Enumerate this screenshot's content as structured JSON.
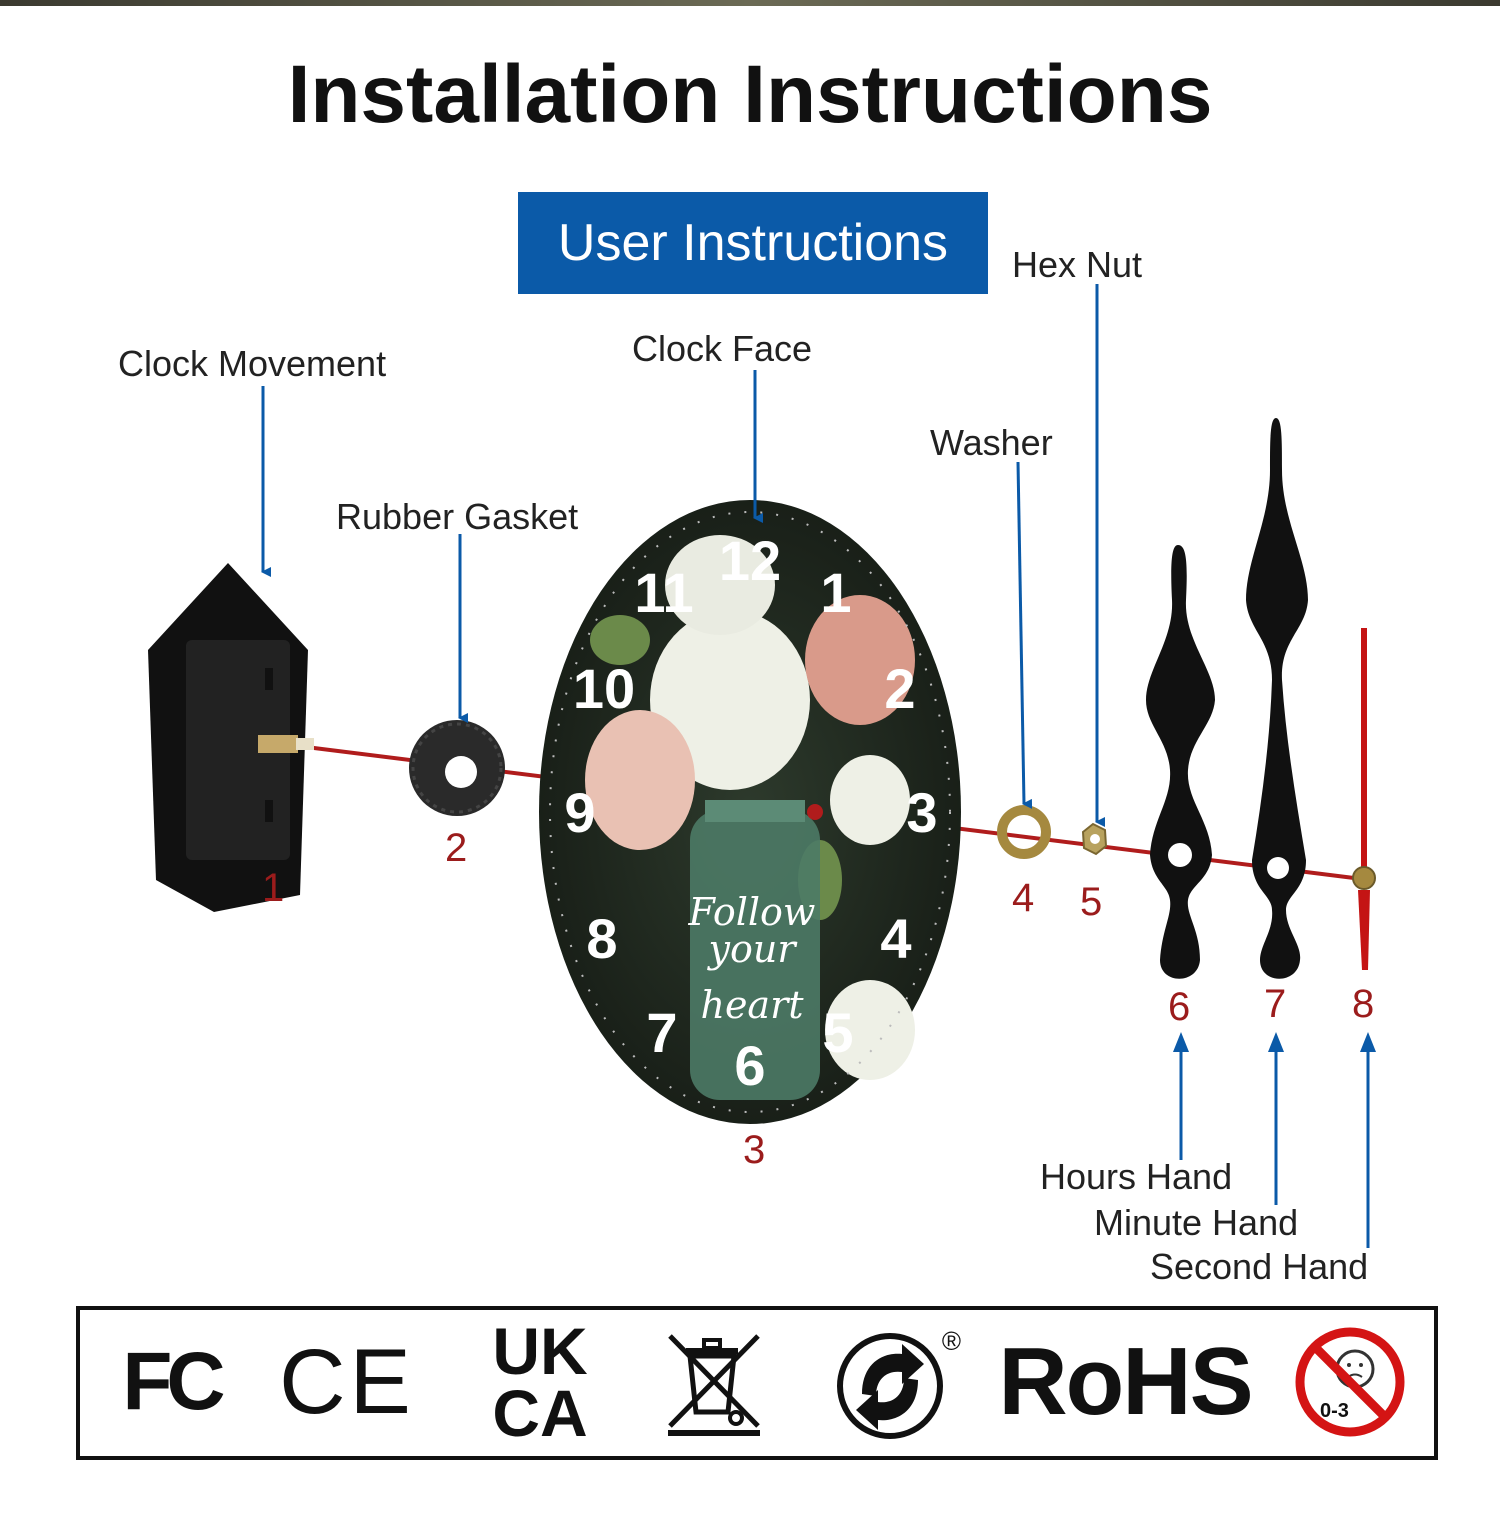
{
  "title": "Installation Instructions",
  "badge": "User Instructions",
  "parts": {
    "movement": {
      "label": "Clock Movement",
      "num": "1"
    },
    "gasket": {
      "label": "Rubber Gasket",
      "num": "2"
    },
    "face": {
      "label": "Clock Face",
      "num": "3"
    },
    "washer": {
      "label": "Washer",
      "num": "4"
    },
    "nut": {
      "label": "Hex Nut",
      "num": "5"
    },
    "hours": {
      "label": "Hours Hand",
      "num": "6"
    },
    "minute": {
      "label": "Minute Hand",
      "num": "7"
    },
    "second": {
      "label": "Second Hand",
      "num": "8"
    }
  },
  "clock": {
    "numerals": [
      "12",
      "1",
      "2",
      "3",
      "4",
      "5",
      "6",
      "7",
      "8",
      "9",
      "10",
      "11"
    ],
    "jar_text": [
      "Follow",
      "your",
      "heart"
    ]
  },
  "certifications": {
    "fcc": "FC",
    "ce": "CE",
    "ukca_top": "UK",
    "ukca_bottom": "CA",
    "rohs": "RoHS",
    "age": "0-3",
    "registered": "®"
  },
  "colors": {
    "accent": "#0b5aa8",
    "number": "#9b1c1c",
    "axis": "#b01c1c"
  }
}
